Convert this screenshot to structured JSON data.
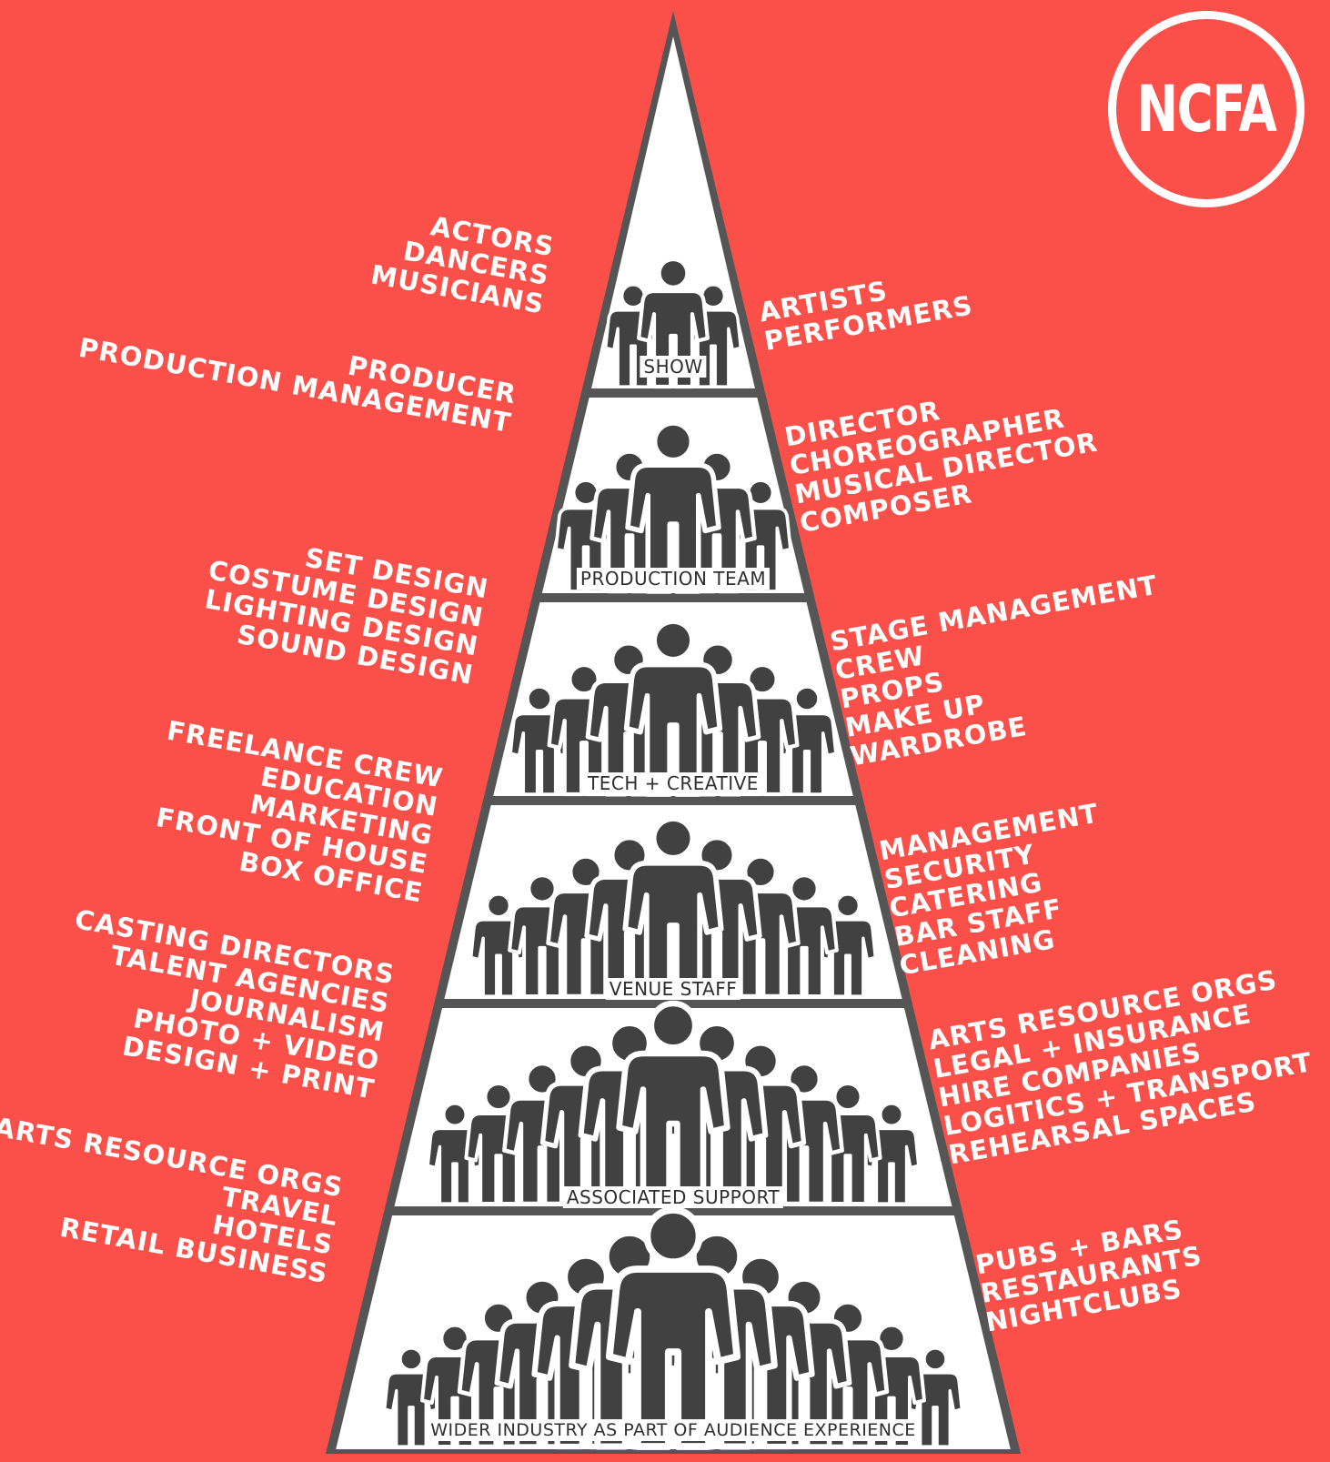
{
  "logo": {
    "text": "NCFA"
  },
  "colors": {
    "background": "#fa5049",
    "pyramid_outline": "#555555",
    "tier_fill": "#ffffff",
    "figure": "#414141"
  },
  "tiers": [
    {
      "label": "SHOW",
      "left": [
        "ACTORS",
        "DANCERS",
        "MUSICIANS"
      ],
      "right": [
        "ARTISTS",
        "PERFORMERS"
      ]
    },
    {
      "label": "PRODUCTION TEAM",
      "left": [
        "PRODUCER",
        "PRODUCTION MANAGEMENT"
      ],
      "right": [
        "DIRECTOR",
        "CHOREOGRAPHER",
        "MUSICAL DIRECTOR",
        "COMPOSER"
      ]
    },
    {
      "label": "TECH + CREATIVE",
      "left": [
        "SET DESIGN",
        "COSTUME DESIGN",
        "LIGHTING DESIGN",
        "SOUND DESIGN"
      ],
      "right": [
        "STAGE MANAGEMENT",
        "CREW",
        "PROPS",
        "MAKE UP",
        "WARDROBE"
      ]
    },
    {
      "label": "VENUE STAFF",
      "left": [
        "FREELANCE CREW",
        "EDUCATION",
        "MARKETING",
        "FRONT OF HOUSE",
        "BOX OFFICE"
      ],
      "right": [
        "MANAGEMENT",
        "SECURITY",
        "CATERING",
        "BAR STAFF",
        "CLEANING"
      ]
    },
    {
      "label": "ASSOCIATED SUPPORT",
      "left": [
        "CASTING DIRECTORS",
        "TALENT AGENCIES",
        "JOURNALISM",
        "PHOTO + VIDEO",
        "DESIGN + PRINT"
      ],
      "right": [
        "ARTS RESOURCE ORGS",
        "LEGAL + INSURANCE",
        "HIRE COMPANIES",
        "LOGITICS + TRANSPORT",
        "REHEARSAL SPACES"
      ]
    },
    {
      "label": "WIDER INDUSTRY AS PART OF AUDIENCE EXPERIENCE",
      "left": [
        "ARTS RESOURCE ORGS",
        "TRAVEL",
        "HOTELS",
        "RETAIL BUSINESS"
      ],
      "right": [
        "PUBS + BARS",
        "RESTAURANTS",
        "NIGHTCLUBS"
      ]
    }
  ]
}
